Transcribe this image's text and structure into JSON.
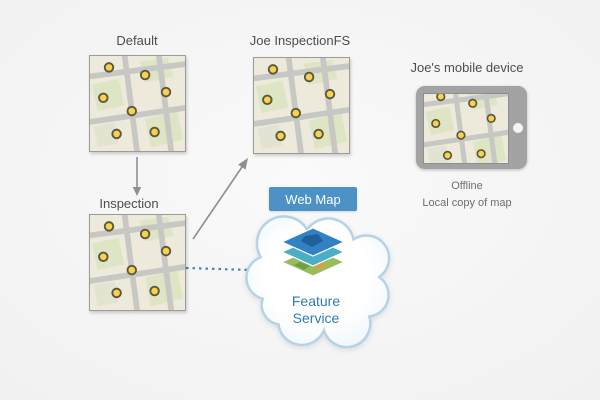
{
  "nodes": {
    "default_map": {
      "label": "Default"
    },
    "joe_inspection_fs": {
      "label": "Joe InspectionFS"
    },
    "inspection": {
      "label": "Inspection"
    },
    "mobile_device": {
      "label": "Joe's mobile device",
      "status_line1": "Offline",
      "status_line2": "Local copy of map"
    },
    "web_map": {
      "label": "Web Map"
    },
    "feature_service": {
      "label": "Feature Service"
    }
  },
  "colors": {
    "banner_blue": "#4d92c6",
    "feature_text_blue": "#2e7cb8",
    "dotted_connector_blue": "#3d85c6",
    "arrow_gray": "#8f8f8f",
    "cloud_outline": "#b5d3e8",
    "map_point_yellow": "#f8d24a",
    "device_body_gray": "#a3a3a3"
  }
}
